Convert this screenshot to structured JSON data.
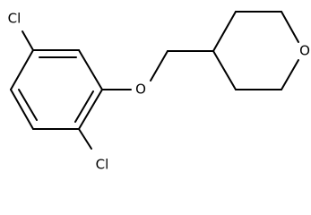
{
  "molecule": {
    "atom_labels": {
      "chlorine_top": "Cl",
      "oxygen_ether": "O",
      "oxygen_ring": "O",
      "chlorine_bottom": "Cl"
    },
    "colors": {
      "bond": "#000000",
      "label": "#000000",
      "background": "#ffffff"
    }
  }
}
